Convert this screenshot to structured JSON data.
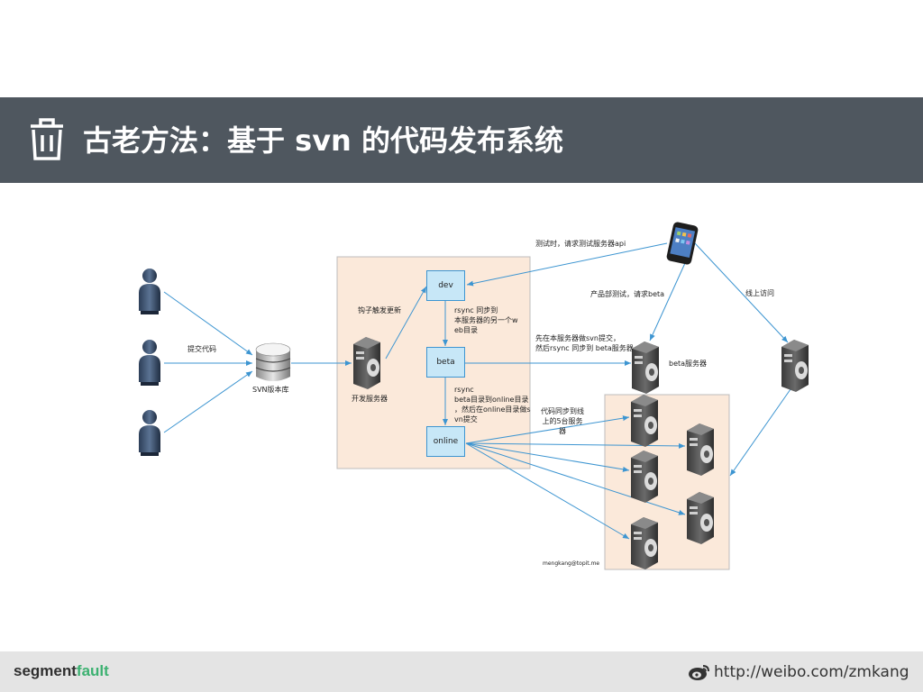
{
  "slide": {
    "title": "古老方法：基于 svn 的代码发布系统"
  },
  "diagram": {
    "labels": {
      "commit": "提交代码",
      "svn_repo": "SVN版本库",
      "hook": "钩子触发更新",
      "dev_server": "开发服务器",
      "rsync_dev_beta": [
        "rsync 同步到",
        "本服务器的另一个w",
        "eb目录"
      ],
      "rsync_beta_online": [
        "rsync",
        "beta目录到online目录",
        "，然后在online目录做s",
        "vn提交"
      ],
      "test_api": "测试时，请求测试服务器api",
      "product_test": "产品部测试，请求beta",
      "online_access": "线上访问",
      "svn_commit_note": [
        "先在本服务器做svn提交，",
        "然后rsync 同步到 beta服务器"
      ],
      "beta_server": "beta服务器",
      "sync_online": [
        "代码同步到线",
        "上的5台服务",
        "器"
      ],
      "watermark": "mengkang@topit.me"
    },
    "boxes": {
      "dev": "dev",
      "beta": "beta",
      "online": "online"
    }
  },
  "footer": {
    "brand_part1": "segment",
    "brand_part2": "fault",
    "weibo_url": "http://weibo.com/zmkang"
  },
  "colors": {
    "title_bar": "#4f575f",
    "arrow": "#3d95d1",
    "box_fill": "#c7e7f7",
    "region_fill": "#fbe9da",
    "brand_green": "#3cb171"
  }
}
